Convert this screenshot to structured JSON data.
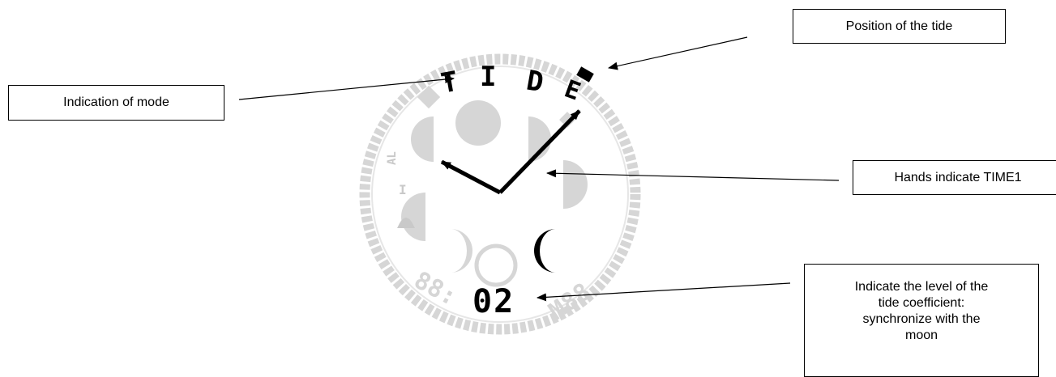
{
  "callouts": {
    "mode": "Indication of mode",
    "tide_position": "Position of the tide",
    "hands": "Hands indicate TIME1",
    "coefficient": [
      "Indicate the level of the",
      "tide coefficient:",
      "synchronize with the",
      "moon"
    ]
  },
  "display": {
    "mode_text": [
      "T",
      "I",
      "D",
      "E"
    ],
    "coefficient_value": "02",
    "ghost_left": "88:",
    "ghost_right": "M88",
    "side_marks": [
      "AL",
      "I"
    ]
  },
  "colors": {
    "ghost": "#d6d6d6",
    "ghost_dark": "#bdbdbd",
    "ink": "#000000",
    "background": "#ffffff"
  },
  "icons": {
    "bell": "bell-icon",
    "moon_phases": [
      "full-moon-icon",
      "half-moon-icon",
      "crescent-moon-icon",
      "new-moon-icon"
    ]
  }
}
